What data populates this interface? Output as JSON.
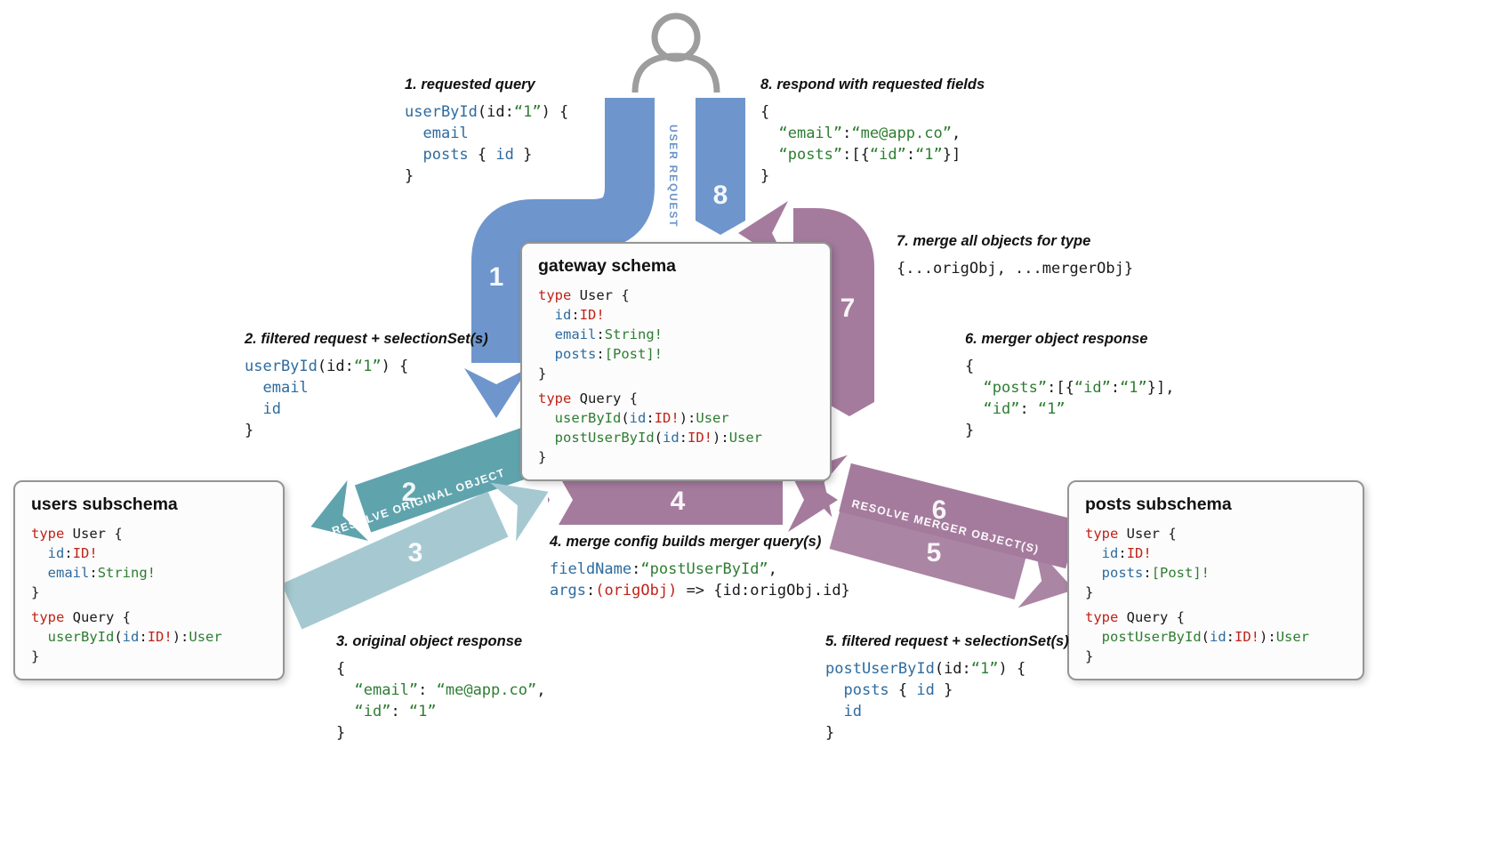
{
  "colors": {
    "ribbon_blue": "#6e96cc",
    "ribbon_teal": "#5fa3ad",
    "ribbon_teal_light": "#a6c9d1",
    "ribbon_mauve": "#a47b9d",
    "ribbon_mauve_light": "#ab85a4",
    "syntax_keyword_red": "#c02318",
    "syntax_field_blue": "#2d6b9f",
    "syntax_type_green": "#2e7d32",
    "user_request_text_blue": "#6b94c9",
    "person_gray": "#9d9d9d"
  },
  "ribbons": {
    "user_request_label": "USER REQUEST",
    "resolve_original_label": "RESOLVE ORIGINAL OBJECT",
    "resolve_merger_label": "RESOLVE MERGER OBJECT(S)",
    "numbers": [
      "1",
      "2",
      "3",
      "4",
      "5",
      "6",
      "7",
      "8"
    ]
  },
  "gateway": {
    "title": "gateway schema",
    "code": [
      [
        {
          "t": "type",
          "c": "k"
        },
        {
          "t": " User {",
          "c": "p"
        }
      ],
      [
        {
          "t": "  ",
          "c": "p"
        },
        {
          "t": "id",
          "c": "b"
        },
        {
          "t": ":",
          "c": "p"
        },
        {
          "t": "ID!",
          "c": "k"
        }
      ],
      [
        {
          "t": "  ",
          "c": "p"
        },
        {
          "t": "email",
          "c": "b"
        },
        {
          "t": ":",
          "c": "p"
        },
        {
          "t": "String!",
          "c": "g"
        }
      ],
      [
        {
          "t": "  ",
          "c": "p"
        },
        {
          "t": "posts",
          "c": "b"
        },
        {
          "t": ":",
          "c": "p"
        },
        {
          "t": "[Post]!",
          "c": "g"
        }
      ],
      [
        {
          "t": "}",
          "c": "p"
        }
      ],
      {
        "gap": true,
        "s": [
          {
            "t": "type",
            "c": "k"
          },
          {
            "t": " Query {",
            "c": "p"
          }
        ]
      },
      [
        {
          "t": "  ",
          "c": "p"
        },
        {
          "t": "userById",
          "c": "g"
        },
        {
          "t": "(",
          "c": "p"
        },
        {
          "t": "id",
          "c": "b"
        },
        {
          "t": ":",
          "c": "p"
        },
        {
          "t": "ID!",
          "c": "k"
        },
        {
          "t": "):",
          "c": "p"
        },
        {
          "t": "User",
          "c": "g"
        }
      ],
      [
        {
          "t": "  ",
          "c": "p"
        },
        {
          "t": "postUserById",
          "c": "g"
        },
        {
          "t": "(",
          "c": "p"
        },
        {
          "t": "id",
          "c": "b"
        },
        {
          "t": ":",
          "c": "p"
        },
        {
          "t": "ID!",
          "c": "k"
        },
        {
          "t": "):",
          "c": "p"
        },
        {
          "t": "User",
          "c": "g"
        }
      ],
      [
        {
          "t": "}",
          "c": "p"
        }
      ]
    ]
  },
  "users_subschema": {
    "title": "users subschema",
    "code": [
      [
        {
          "t": "type",
          "c": "k"
        },
        {
          "t": " User {",
          "c": "p"
        }
      ],
      [
        {
          "t": "  ",
          "c": "p"
        },
        {
          "t": "id",
          "c": "b"
        },
        {
          "t": ":",
          "c": "p"
        },
        {
          "t": "ID!",
          "c": "k"
        }
      ],
      [
        {
          "t": "  ",
          "c": "p"
        },
        {
          "t": "email",
          "c": "b"
        },
        {
          "t": ":",
          "c": "p"
        },
        {
          "t": "String!",
          "c": "g"
        }
      ],
      [
        {
          "t": "}",
          "c": "p"
        }
      ],
      {
        "gap": true,
        "s": [
          {
            "t": "type",
            "c": "k"
          },
          {
            "t": " Query {",
            "c": "p"
          }
        ]
      },
      [
        {
          "t": "  ",
          "c": "p"
        },
        {
          "t": "userById",
          "c": "g"
        },
        {
          "t": "(",
          "c": "p"
        },
        {
          "t": "id",
          "c": "b"
        },
        {
          "t": ":",
          "c": "p"
        },
        {
          "t": "ID!",
          "c": "k"
        },
        {
          "t": "):",
          "c": "p"
        },
        {
          "t": "User",
          "c": "g"
        }
      ],
      [
        {
          "t": "}",
          "c": "p"
        }
      ]
    ]
  },
  "posts_subschema": {
    "title": "posts subschema",
    "code": [
      [
        {
          "t": "type",
          "c": "k"
        },
        {
          "t": " User {",
          "c": "p"
        }
      ],
      [
        {
          "t": "  ",
          "c": "p"
        },
        {
          "t": "id",
          "c": "b"
        },
        {
          "t": ":",
          "c": "p"
        },
        {
          "t": "ID!",
          "c": "k"
        }
      ],
      [
        {
          "t": "  ",
          "c": "p"
        },
        {
          "t": "posts",
          "c": "b"
        },
        {
          "t": ":",
          "c": "p"
        },
        {
          "t": "[Post]!",
          "c": "g"
        }
      ],
      [
        {
          "t": "}",
          "c": "p"
        }
      ],
      {
        "gap": true,
        "s": [
          {
            "t": "type",
            "c": "k"
          },
          {
            "t": " Query {",
            "c": "p"
          }
        ]
      },
      [
        {
          "t": "  ",
          "c": "p"
        },
        {
          "t": "postUserById",
          "c": "g"
        },
        {
          "t": "(",
          "c": "p"
        },
        {
          "t": "id",
          "c": "b"
        },
        {
          "t": ":",
          "c": "p"
        },
        {
          "t": "ID!",
          "c": "k"
        },
        {
          "t": "):",
          "c": "p"
        },
        {
          "t": "User",
          "c": "g"
        }
      ],
      [
        {
          "t": "}",
          "c": "p"
        }
      ]
    ]
  },
  "annotations": {
    "a1": {
      "num": "1.",
      "label": "requested query",
      "code": [
        [
          {
            "t": "userById",
            "c": "b"
          },
          {
            "t": "(id:",
            "c": "p"
          },
          {
            "t": "“1”",
            "c": "g"
          },
          {
            "t": ") {",
            "c": "p"
          }
        ],
        [
          {
            "t": "  ",
            "c": "p"
          },
          {
            "t": "email",
            "c": "b"
          }
        ],
        [
          {
            "t": "  ",
            "c": "p"
          },
          {
            "t": "posts",
            "c": "b"
          },
          {
            "t": " { ",
            "c": "p"
          },
          {
            "t": "id",
            "c": "b"
          },
          {
            "t": " }",
            "c": "p"
          }
        ],
        [
          {
            "t": "}",
            "c": "p"
          }
        ]
      ]
    },
    "a2": {
      "num": "2.",
      "label": "filtered request + selectionSet(s)",
      "code": [
        [
          {
            "t": "userById",
            "c": "b"
          },
          {
            "t": "(id:",
            "c": "p"
          },
          {
            "t": "“1”",
            "c": "g"
          },
          {
            "t": ") {",
            "c": "p"
          }
        ],
        [
          {
            "t": "  ",
            "c": "p"
          },
          {
            "t": "email",
            "c": "b"
          }
        ],
        [
          {
            "t": "  ",
            "c": "p"
          },
          {
            "t": "id",
            "c": "b"
          }
        ],
        [
          {
            "t": "}",
            "c": "p"
          }
        ]
      ]
    },
    "a3": {
      "num": "3.",
      "label": "original object response",
      "code": [
        [
          {
            "t": "{",
            "c": "p"
          }
        ],
        [
          {
            "t": "  ",
            "c": "p"
          },
          {
            "t": "“email”",
            "c": "g"
          },
          {
            "t": ": ",
            "c": "p"
          },
          {
            "t": "“me@app.co”",
            "c": "g"
          },
          {
            "t": ",",
            "c": "p"
          }
        ],
        [
          {
            "t": "  ",
            "c": "p"
          },
          {
            "t": "“id”",
            "c": "g"
          },
          {
            "t": ": ",
            "c": "p"
          },
          {
            "t": "“1”",
            "c": "g"
          }
        ],
        [
          {
            "t": "}",
            "c": "p"
          }
        ]
      ]
    },
    "a4": {
      "num": "4.",
      "label": "merge config builds merger query(s)",
      "code": [
        [
          {
            "t": "fieldName",
            "c": "b"
          },
          {
            "t": ":",
            "c": "p"
          },
          {
            "t": "“postUserById”",
            "c": "g"
          },
          {
            "t": ",",
            "c": "p"
          }
        ],
        [
          {
            "t": "args",
            "c": "b"
          },
          {
            "t": ":",
            "c": "p"
          },
          {
            "t": "(origObj)",
            "c": "k"
          },
          {
            "t": " => {id:origObj.id}",
            "c": "p"
          }
        ]
      ]
    },
    "a5": {
      "num": "5.",
      "label": "filtered request + selectionSet(s)",
      "code": [
        [
          {
            "t": "postUserById",
            "c": "b"
          },
          {
            "t": "(id:",
            "c": "p"
          },
          {
            "t": "“1”",
            "c": "g"
          },
          {
            "t": ") {",
            "c": "p"
          }
        ],
        [
          {
            "t": "  ",
            "c": "p"
          },
          {
            "t": "posts",
            "c": "b"
          },
          {
            "t": " { ",
            "c": "p"
          },
          {
            "t": "id",
            "c": "b"
          },
          {
            "t": " }",
            "c": "p"
          }
        ],
        [
          {
            "t": "  ",
            "c": "p"
          },
          {
            "t": "id",
            "c": "b"
          }
        ],
        [
          {
            "t": "}",
            "c": "p"
          }
        ]
      ]
    },
    "a6": {
      "num": "6.",
      "label": "merger object response",
      "code": [
        [
          {
            "t": "{",
            "c": "p"
          }
        ],
        [
          {
            "t": "  ",
            "c": "p"
          },
          {
            "t": "“posts”",
            "c": "g"
          },
          {
            "t": ":[{",
            "c": "p"
          },
          {
            "t": "“id”",
            "c": "g"
          },
          {
            "t": ":",
            "c": "p"
          },
          {
            "t": "“1”",
            "c": "g"
          },
          {
            "t": "}],",
            "c": "p"
          }
        ],
        [
          {
            "t": "  ",
            "c": "p"
          },
          {
            "t": "“id”",
            "c": "g"
          },
          {
            "t": ": ",
            "c": "p"
          },
          {
            "t": "“1”",
            "c": "g"
          }
        ],
        [
          {
            "t": "}",
            "c": "p"
          }
        ]
      ]
    },
    "a7": {
      "num": "7.",
      "label": "merge all objects for type",
      "code": [
        [
          {
            "t": "{...origObj, ...mergerObj}",
            "c": "p"
          }
        ]
      ]
    },
    "a8": {
      "num": "8.",
      "label": "respond with requested fields",
      "code": [
        [
          {
            "t": "{",
            "c": "p"
          }
        ],
        [
          {
            "t": "  ",
            "c": "p"
          },
          {
            "t": "“email”",
            "c": "g"
          },
          {
            "t": ":",
            "c": "p"
          },
          {
            "t": "“me@app.co”",
            "c": "g"
          },
          {
            "t": ",",
            "c": "p"
          }
        ],
        [
          {
            "t": "  ",
            "c": "p"
          },
          {
            "t": "“posts”",
            "c": "g"
          },
          {
            "t": ":[{",
            "c": "p"
          },
          {
            "t": "“id”",
            "c": "g"
          },
          {
            "t": ":",
            "c": "p"
          },
          {
            "t": "“1”",
            "c": "g"
          },
          {
            "t": "}]",
            "c": "p"
          }
        ],
        [
          {
            "t": "}",
            "c": "p"
          }
        ]
      ]
    }
  }
}
